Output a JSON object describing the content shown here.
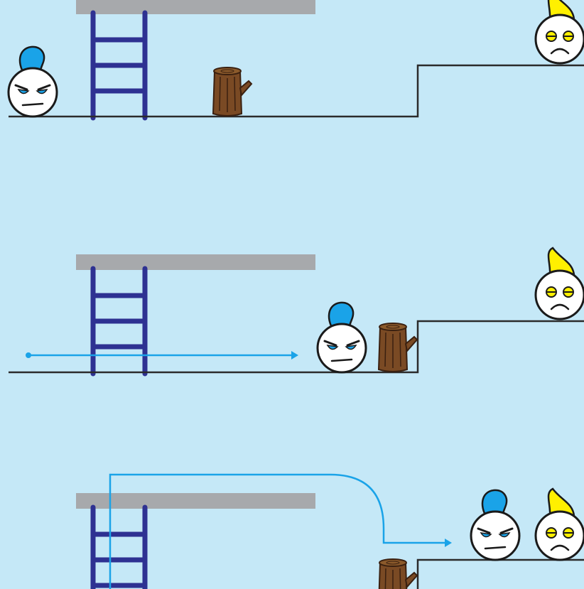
{
  "title": "",
  "colors": {
    "sky": "#c5e8f7",
    "ground_line": "#2b2b2b",
    "platform": "#a7a9ac",
    "ladder": "#2e3192",
    "stump": "#7a4a24",
    "stump_dark": "#4a2a10",
    "blue_hair": "#1aa3e8",
    "yellow_hair": "#fff000",
    "path_arrow": "#1aa3e8"
  },
  "panels": [
    {
      "name": "panel-1-start",
      "hero": "blue-hero",
      "rival": "yellow-rival",
      "objects": [
        "stone-platform",
        "ladder",
        "tree-stump",
        "step-ledge"
      ],
      "path": "none"
    },
    {
      "name": "panel-2-walk-right",
      "hero": "blue-hero",
      "rival": "yellow-rival",
      "objects": [
        "stone-platform",
        "ladder",
        "tree-stump",
        "step-ledge"
      ],
      "path": "straight-arrow-right"
    },
    {
      "name": "panel-3-climb-and-jump",
      "hero": "blue-hero",
      "rival": "yellow-rival",
      "objects": [
        "stone-platform",
        "ladder",
        "tree-stump",
        "step-ledge"
      ],
      "path": "up-ladder-over-and-down-arrow"
    }
  ]
}
